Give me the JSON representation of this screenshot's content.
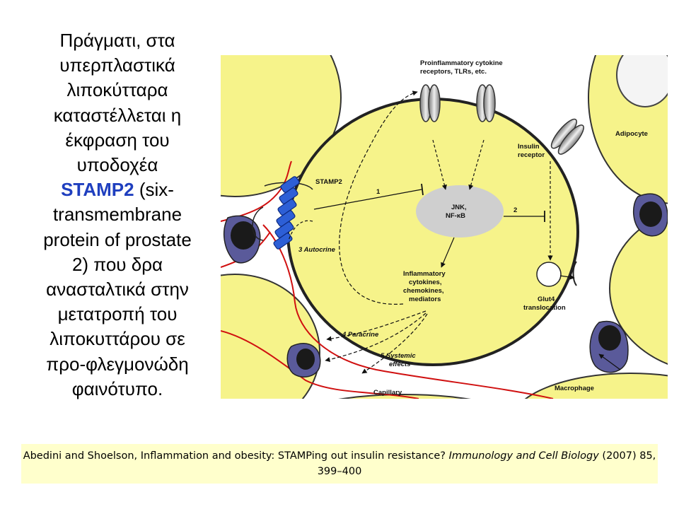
{
  "paragraph": {
    "lines": [
      "Πράγματι, στα",
      "υπερπλαστικά",
      "λιποκύτταρα",
      "καταστέλλεται η",
      "έκφραση του",
      "υποδοχέα"
    ],
    "highlight": "STAMP2",
    "after_highlight": " (six-",
    "lines_after": [
      "transmembrane",
      "protein of prostate",
      "2) που δρα",
      "ανασταλτικά στην",
      "μετατροπή του",
      "λιποκυττάρου σε",
      "προ-φλεγμονώδη",
      "φαινότυπο."
    ]
  },
  "diagram": {
    "labels": {
      "receptors_line1": "Proinflammatory cytokine",
      "receptors_line2": "receptors, TLRs, etc.",
      "insulin_line1": "Insulin",
      "insulin_line2": "receptor",
      "adipocyte": "Adipocyte",
      "stamp2": "STAMP2",
      "arrow1": "1",
      "arrow2": "2",
      "jnk": "JNK,",
      "nfkb": "NF-κB",
      "autocrine": "3 Autocrine",
      "inflam_line1": "Inflammatory",
      "inflam_line2": "cytokines,",
      "inflam_line3": "chemokines,",
      "inflam_line4": "mediators",
      "glut4_line1": "Glut4",
      "glut4_line2": "translocation",
      "paracrine": "4 Paracrine",
      "systemic_line1": "5 Systemic",
      "systemic_line2": "effects",
      "capillary": "Capillary",
      "macrophage": "Macrophage"
    }
  },
  "citation": {
    "authors": "Abedini and Shoelson, Inflammation and obesity: STAMPing out insulin resistance?",
    "journal": "Immunology and Cell Biology",
    "details": " (2007) 85, 399–400"
  },
  "colors": {
    "highlight": "#1f3fbf",
    "cell_fill": "#f6f38a",
    "capillary_red": "#d01010",
    "macrophage": "#5a5a9a",
    "citation_bg": "#ffffcc"
  }
}
